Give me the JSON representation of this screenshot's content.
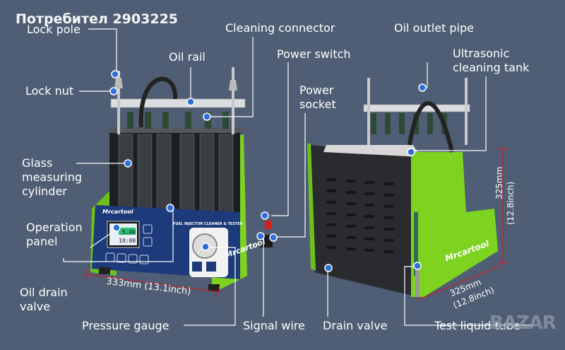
{
  "watermark": "Потребител 2903225",
  "site_watermark": "BAZAR",
  "accent_colors": {
    "background": "#4f5e74",
    "machine_green": "#7ed321",
    "callout_dot": "#2f6fd8",
    "dimension_line": "#c8202a",
    "panel_blue": "#1d3a7a"
  },
  "brand": "Mrcartool",
  "panel": {
    "title": "FUEL INJECTOR CLEANER & TESTER",
    "display_value": "5.00",
    "display_time": "10:00"
  },
  "labels": {
    "lock_pole": "Lock pole",
    "oil_rail": "Oil rail",
    "lock_nut": "Lock nut",
    "cleaning_connector": "Cleaning connector",
    "power_switch": "Power switch",
    "power_socket_1": "Power",
    "power_socket_2": "socket",
    "glass_cyl_1": "Glass",
    "glass_cyl_2": "measuring",
    "glass_cyl_3": "cylinder",
    "operation_panel_1": "Operation",
    "operation_panel_2": "panel",
    "oil_drain_1": "Oil drain",
    "oil_drain_2": "valve",
    "pressure_gauge": "Pressure gauge",
    "signal_wire": "Signal wire",
    "drain_valve": "Drain valve",
    "test_liquid_tube": "Test liquid tube",
    "oil_outlet_pipe": "Oil outlet pipe",
    "ultrasonic_1": "Ultrasonic",
    "ultrasonic_2": "cleaning tank"
  },
  "dimensions": {
    "width_front": "333mm (13.1inch)",
    "depth_mm": "325mm",
    "depth_in": "(12.8inch)",
    "height_mm": "325mm",
    "height_in": "(12.8inch)"
  }
}
